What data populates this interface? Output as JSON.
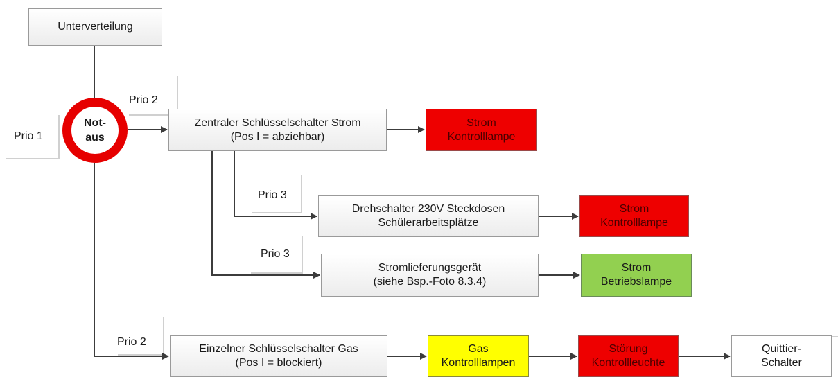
{
  "source": {
    "label": "Unterverteilung"
  },
  "emergency_stop": {
    "line1": "Not-",
    "line2": "aus"
  },
  "priorities": {
    "prio1": "Prio 1",
    "prio2_upper": "Prio 2",
    "prio3_upper": "Prio 3",
    "prio3_lower": "Prio 3",
    "prio2_lower": "Prio 2"
  },
  "switches": {
    "central_power": {
      "line1": "Zentraler Schlüsselschalter Strom",
      "line2": "(Pos I = abziehbar)"
    },
    "rotary": {
      "line1": "Drehschalter 230V Steckdosen",
      "line2": "Schülerarbeitsplätze"
    },
    "supply_device": {
      "line1": "Stromlieferungsgerät",
      "line2": "(siehe Bsp.-Foto 8.3.4)"
    },
    "gas": {
      "line1": "Einzelner Schlüsselschalter Gas",
      "line2": "(Pos I = blockiert)"
    }
  },
  "indicators": {
    "power_lamp_1": {
      "line1": "Strom",
      "line2": "Kontrolllampe",
      "color": "#ee0000"
    },
    "power_lamp_2": {
      "line1": "Strom",
      "line2": "Kontrolllampe",
      "color": "#ee0000"
    },
    "operating_lamp": {
      "line1": "Strom",
      "line2": "Betriebslampe",
      "color": "#92d050"
    },
    "gas_lamps": {
      "line1": "Gas",
      "line2": "Kontrolllampen",
      "color": "#ffff00"
    },
    "fault_lamp": {
      "line1": "Störung",
      "line2": "Kontrollleuchte",
      "color": "#ee0000"
    },
    "reset_switch": {
      "line1": "Quittier-",
      "line2": "Schalter"
    }
  }
}
